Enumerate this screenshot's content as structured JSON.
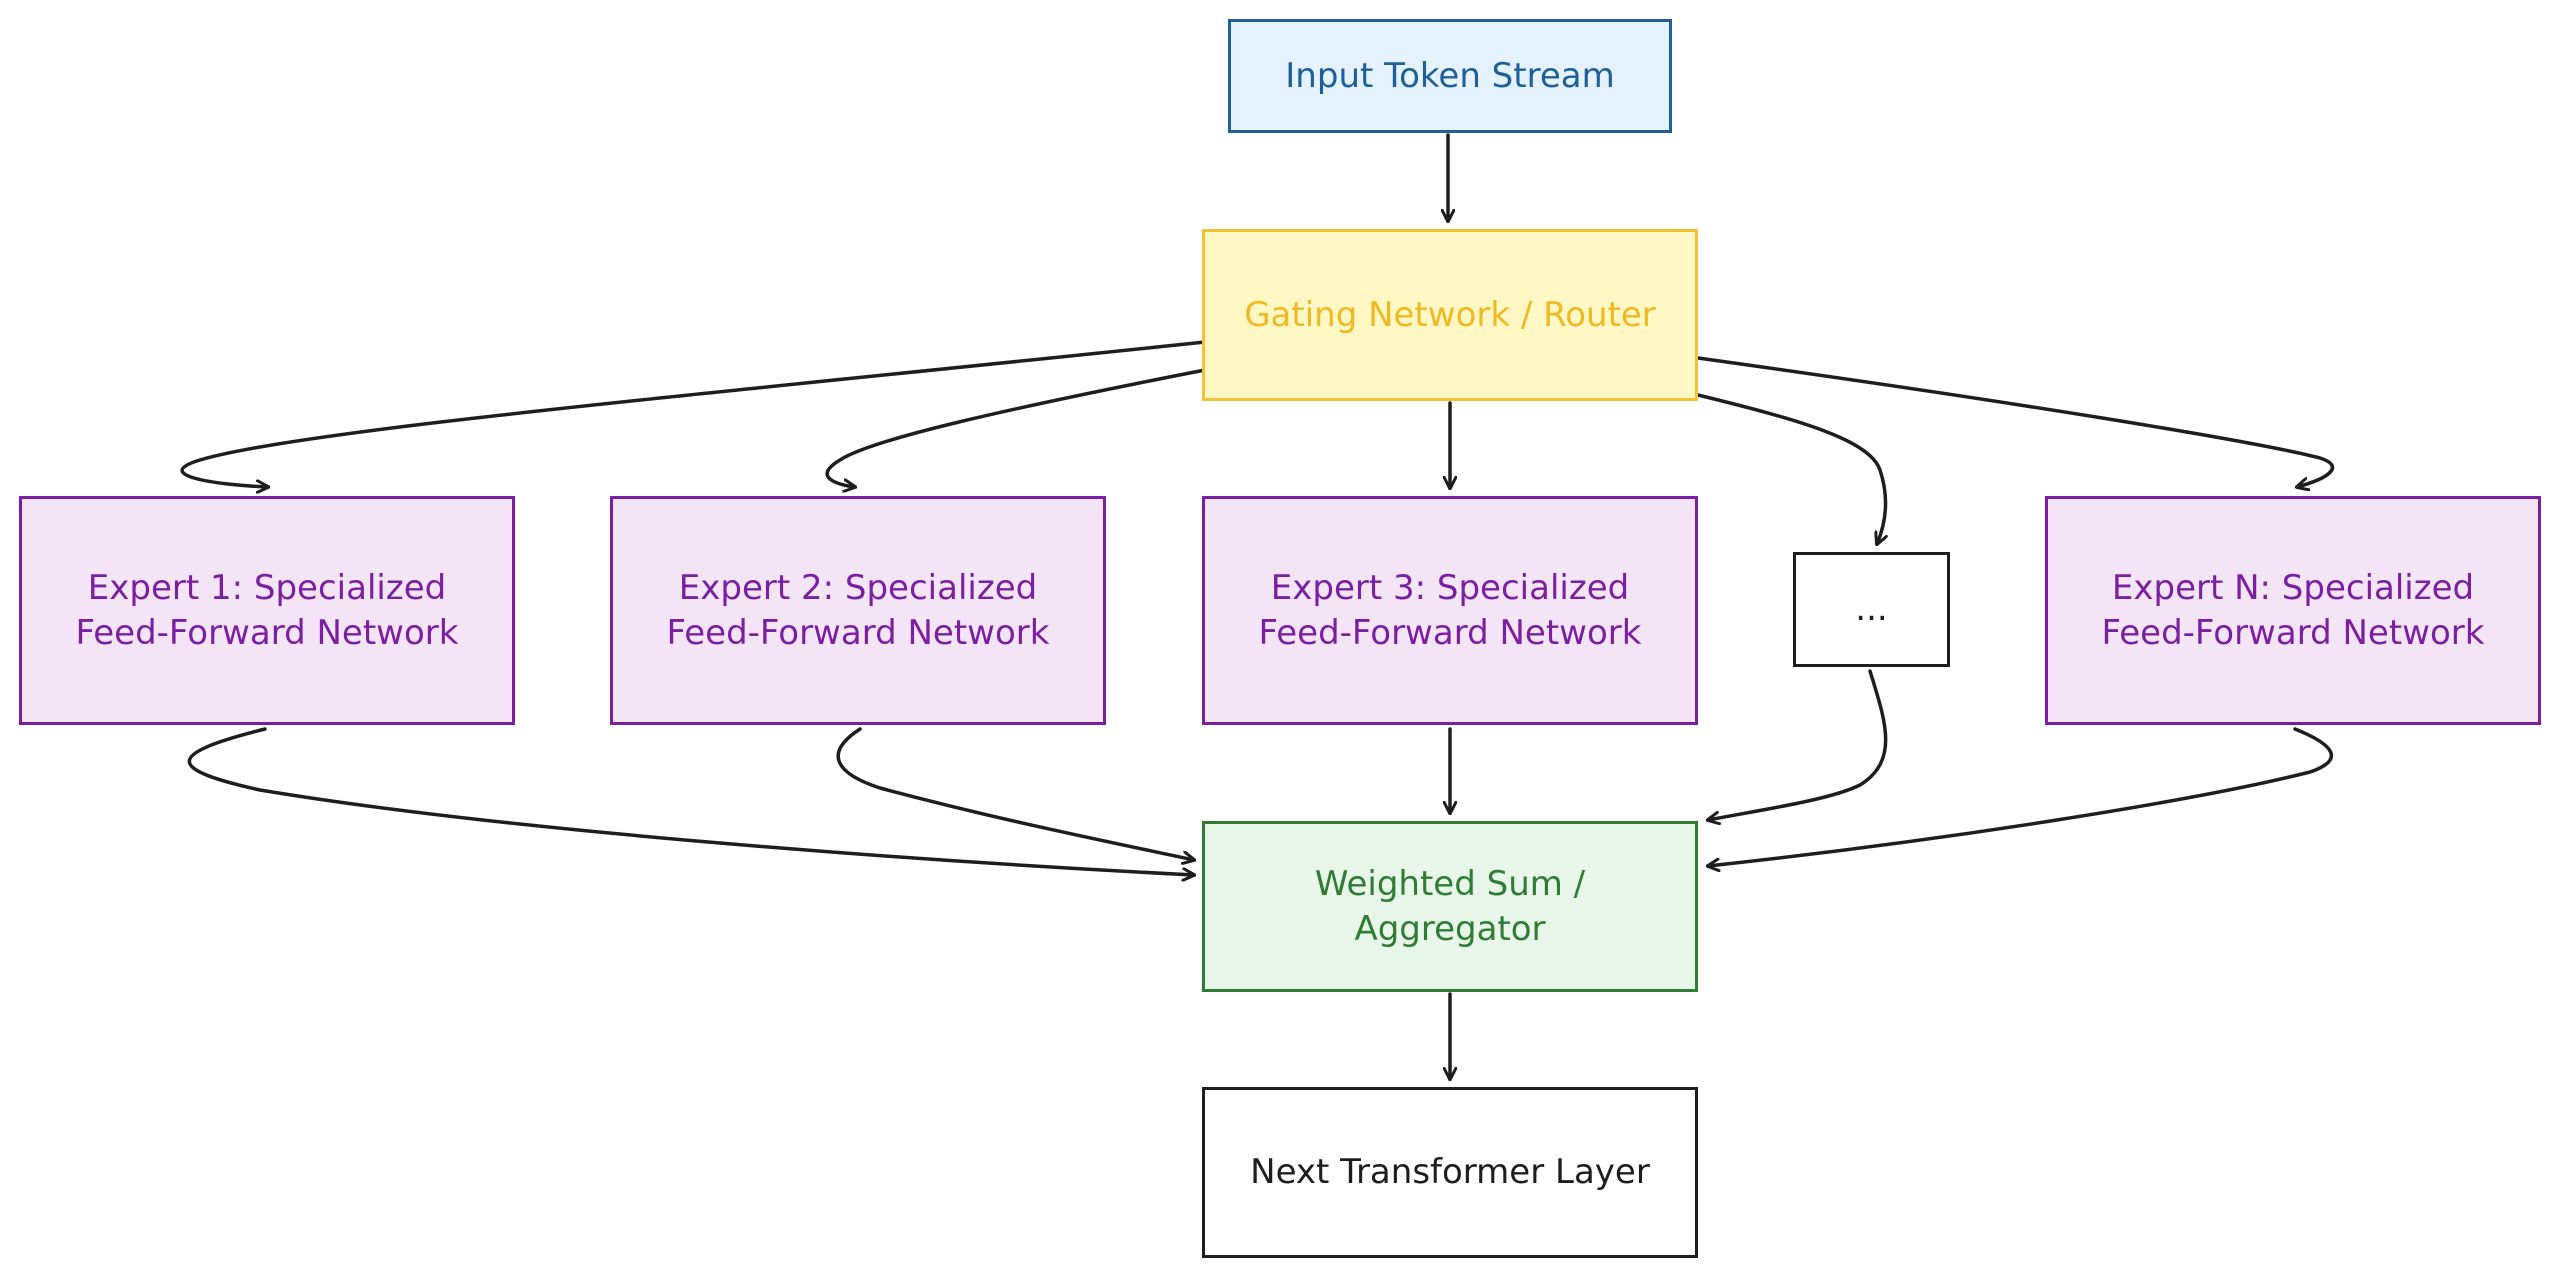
{
  "colors": {
    "input_fill": "#e3f2fd",
    "input_stroke": "#1e5f99",
    "gate_fill": "#fff8c4",
    "gate_stroke": "#f4c233",
    "expert_fill": "#f3e5f5",
    "expert_stroke": "#7b1fa2",
    "agg_fill": "#e8f5e9",
    "agg_stroke": "#2e7d32",
    "edge": "#1e1e1e"
  },
  "nodes": {
    "input": {
      "label": "Input Token Stream"
    },
    "gate": {
      "label": "Gating Network / Router"
    },
    "expert1": {
      "label": "Expert 1: Specialized Feed-Forward Network"
    },
    "expert2": {
      "label": "Expert 2: Specialized Feed-Forward Network"
    },
    "expert3": {
      "label": "Expert 3: Specialized Feed-Forward Network"
    },
    "ellipsis": {
      "label": "..."
    },
    "expertN": {
      "label": "Expert N: Specialized Feed-Forward Network"
    },
    "aggregator": {
      "label": "Weighted Sum / Aggregator"
    },
    "next": {
      "label": "Next Transformer Layer"
    }
  },
  "edges": [
    {
      "from": "input",
      "to": "gate"
    },
    {
      "from": "gate",
      "to": "expert1"
    },
    {
      "from": "gate",
      "to": "expert2"
    },
    {
      "from": "gate",
      "to": "expert3"
    },
    {
      "from": "gate",
      "to": "ellipsis"
    },
    {
      "from": "gate",
      "to": "expertN"
    },
    {
      "from": "expert1",
      "to": "aggregator"
    },
    {
      "from": "expert2",
      "to": "aggregator"
    },
    {
      "from": "expert3",
      "to": "aggregator"
    },
    {
      "from": "ellipsis",
      "to": "aggregator"
    },
    {
      "from": "expertN",
      "to": "aggregator"
    },
    {
      "from": "aggregator",
      "to": "next"
    }
  ]
}
